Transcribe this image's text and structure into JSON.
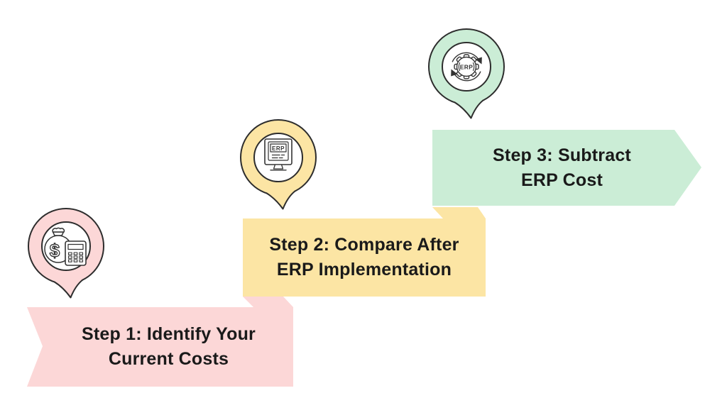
{
  "title": "ERP cost savings steps infographic",
  "colors": {
    "background": "#ffffff",
    "step1_fill": "#fcd7d7",
    "step2_fill": "#fce5a4",
    "step3_fill": "#cbedd6",
    "outline": "#2d2d2d",
    "text": "#1a1a1a"
  },
  "steps": [
    {
      "id": 1,
      "line1": "Step 1: Identify Your",
      "line2": "Current Costs",
      "color": "#fcd7d7",
      "icon": "money-bag-calculator-icon",
      "icon_text": "$"
    },
    {
      "id": 2,
      "line1": "Step 2: Compare After",
      "line2": "ERP Implementation",
      "color": "#fce5a4",
      "icon": "erp-monitor-icon",
      "icon_text": "ERP"
    },
    {
      "id": 3,
      "line1": "Step 3: Subtract",
      "line2": "ERP Cost",
      "color": "#cbedd6",
      "icon": "erp-gear-cycle-icon",
      "icon_text": "ERP"
    }
  ]
}
